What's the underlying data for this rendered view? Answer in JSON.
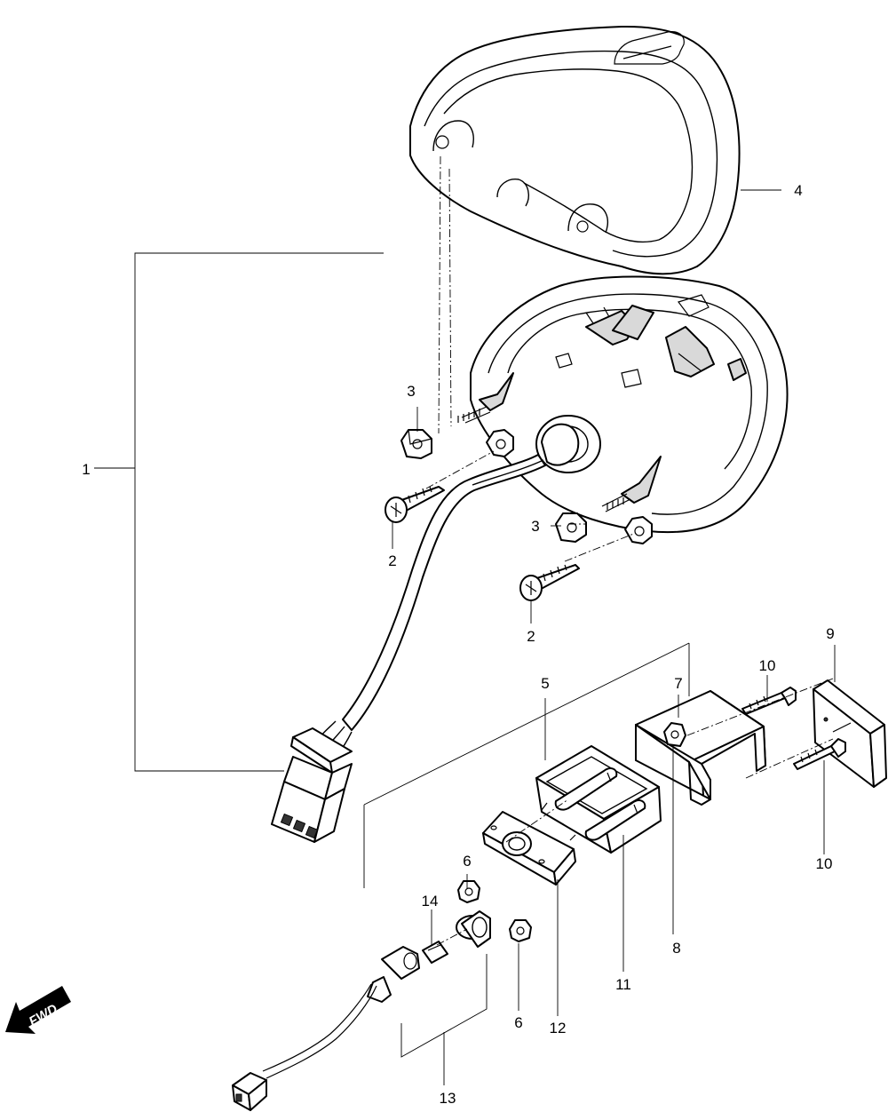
{
  "callouts": [
    {
      "id": "c1",
      "text": "1"
    },
    {
      "id": "c2a",
      "text": "2"
    },
    {
      "id": "c2b",
      "text": "2"
    },
    {
      "id": "c3a",
      "text": "3"
    },
    {
      "id": "c3b",
      "text": "3"
    },
    {
      "id": "c4",
      "text": "4"
    },
    {
      "id": "c5",
      "text": "5"
    },
    {
      "id": "c6a",
      "text": "6"
    },
    {
      "id": "c6b",
      "text": "6"
    },
    {
      "id": "c7",
      "text": "7"
    },
    {
      "id": "c8",
      "text": "8"
    },
    {
      "id": "c9",
      "text": "9"
    },
    {
      "id": "c10a",
      "text": "10"
    },
    {
      "id": "c10b",
      "text": "10"
    },
    {
      "id": "c11",
      "text": "11"
    },
    {
      "id": "c12",
      "text": "12"
    },
    {
      "id": "c13",
      "text": "13"
    },
    {
      "id": "c14",
      "text": "14"
    }
  ],
  "fwd_label": "FWD"
}
